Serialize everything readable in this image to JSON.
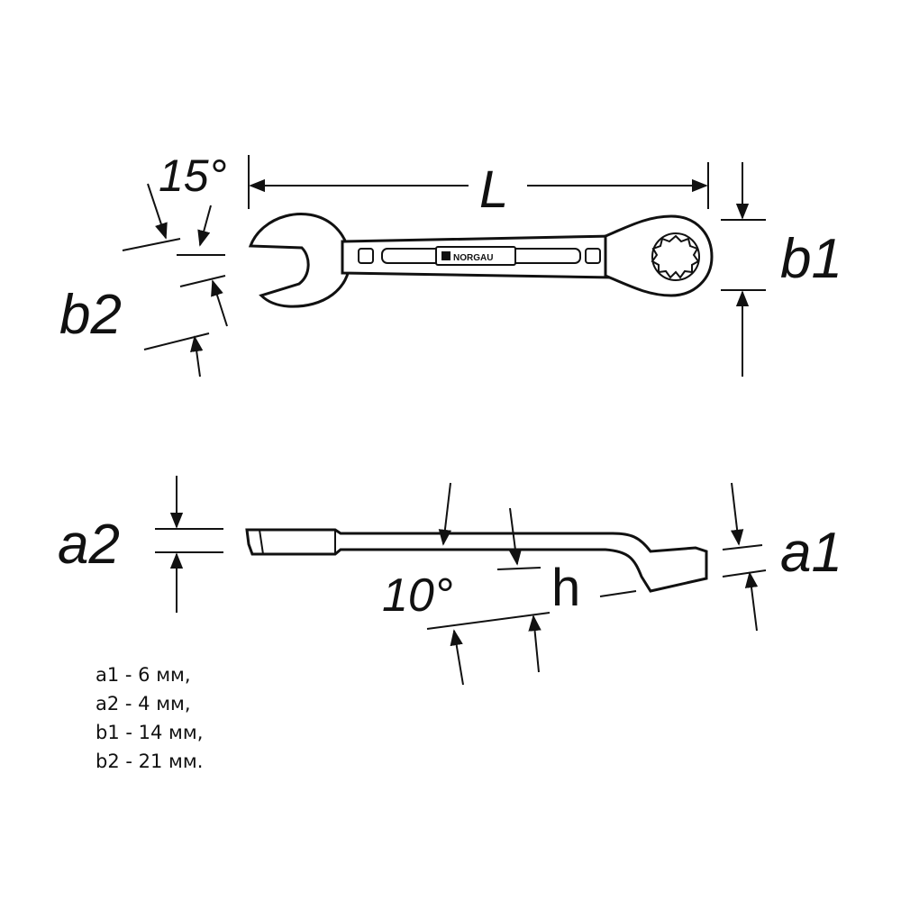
{
  "labels": {
    "angle_top": "15°",
    "length": "L",
    "b1": "b1",
    "b2": "b2",
    "a1": "a1",
    "a2": "a2",
    "angle_bottom": "10°",
    "h": "h"
  },
  "brand": "NORGAU",
  "specs": [
    "a1 - 6 мм,",
    "a2 - 4 мм,",
    "b1 - 14 мм,",
    "b2 - 21 мм."
  ],
  "colors": {
    "line": "#111111",
    "background": "#ffffff"
  }
}
